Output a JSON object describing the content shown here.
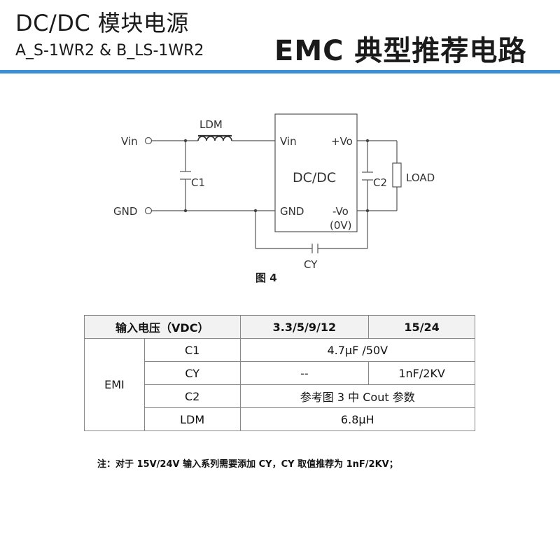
{
  "header": {
    "title_line1": "DC/DC  模块电源",
    "title_line2": "A_S-1WR2 & B_LS-1WR2",
    "right_title": "EMC 典型推荐电路",
    "accent_color": "#3b8fd4"
  },
  "diagram": {
    "vin_terminal": "Vin",
    "gnd_terminal": "GND",
    "ldm_label": "LDM",
    "c1_label": "C1",
    "c2_label": "C2",
    "cy_label": "CY",
    "load_label": "LOAD",
    "module_label": "DC/DC",
    "pin_vin": "Vin",
    "pin_gnd": "GND",
    "pin_vo_plus": "+Vo",
    "pin_vo_minus": "-Vo",
    "pin_vo_minus_sub": "(0V)",
    "caption": "图 4"
  },
  "table": {
    "header": {
      "label": "输入电压（VDC）",
      "col1": "3.3/5/9/12",
      "col2": "15/24"
    },
    "group": "EMI",
    "rows": [
      {
        "name": "C1",
        "col1": "4.7μF /50V"
      },
      {
        "name": "CY",
        "col1": "--",
        "col2": "1nF/2KV"
      },
      {
        "name": "C2",
        "col1": "参考图 3 中 Cout 参数"
      },
      {
        "name": "LDM",
        "col1": "6.8μH"
      }
    ]
  },
  "note": "注：对于 15V/24V 输入系列需要添加 CY，CY 取值推荐为 1nF/2KV；"
}
